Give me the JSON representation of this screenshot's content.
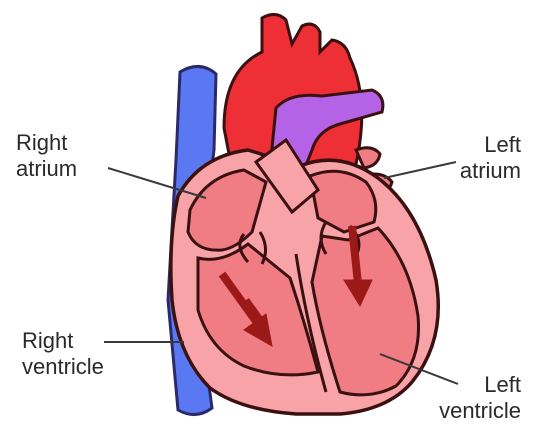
{
  "labels": {
    "right_atrium": [
      "Right",
      "atrium"
    ],
    "left_atrium": [
      "Left",
      "atrium"
    ],
    "right_ventricle": [
      "Right",
      "ventricle"
    ],
    "left_ventricle": [
      "Left",
      "ventricle"
    ]
  },
  "colors": {
    "heart_outline": "#3a1010",
    "heart_wall": "#f7a3a8",
    "chamber": "#f07c84",
    "aorta": "#ee2f35",
    "vein": "#5a78f2",
    "pulmonary_artery": "#b463e6",
    "arrow": "#9b1a17",
    "label_text": "#2a2a2a"
  }
}
